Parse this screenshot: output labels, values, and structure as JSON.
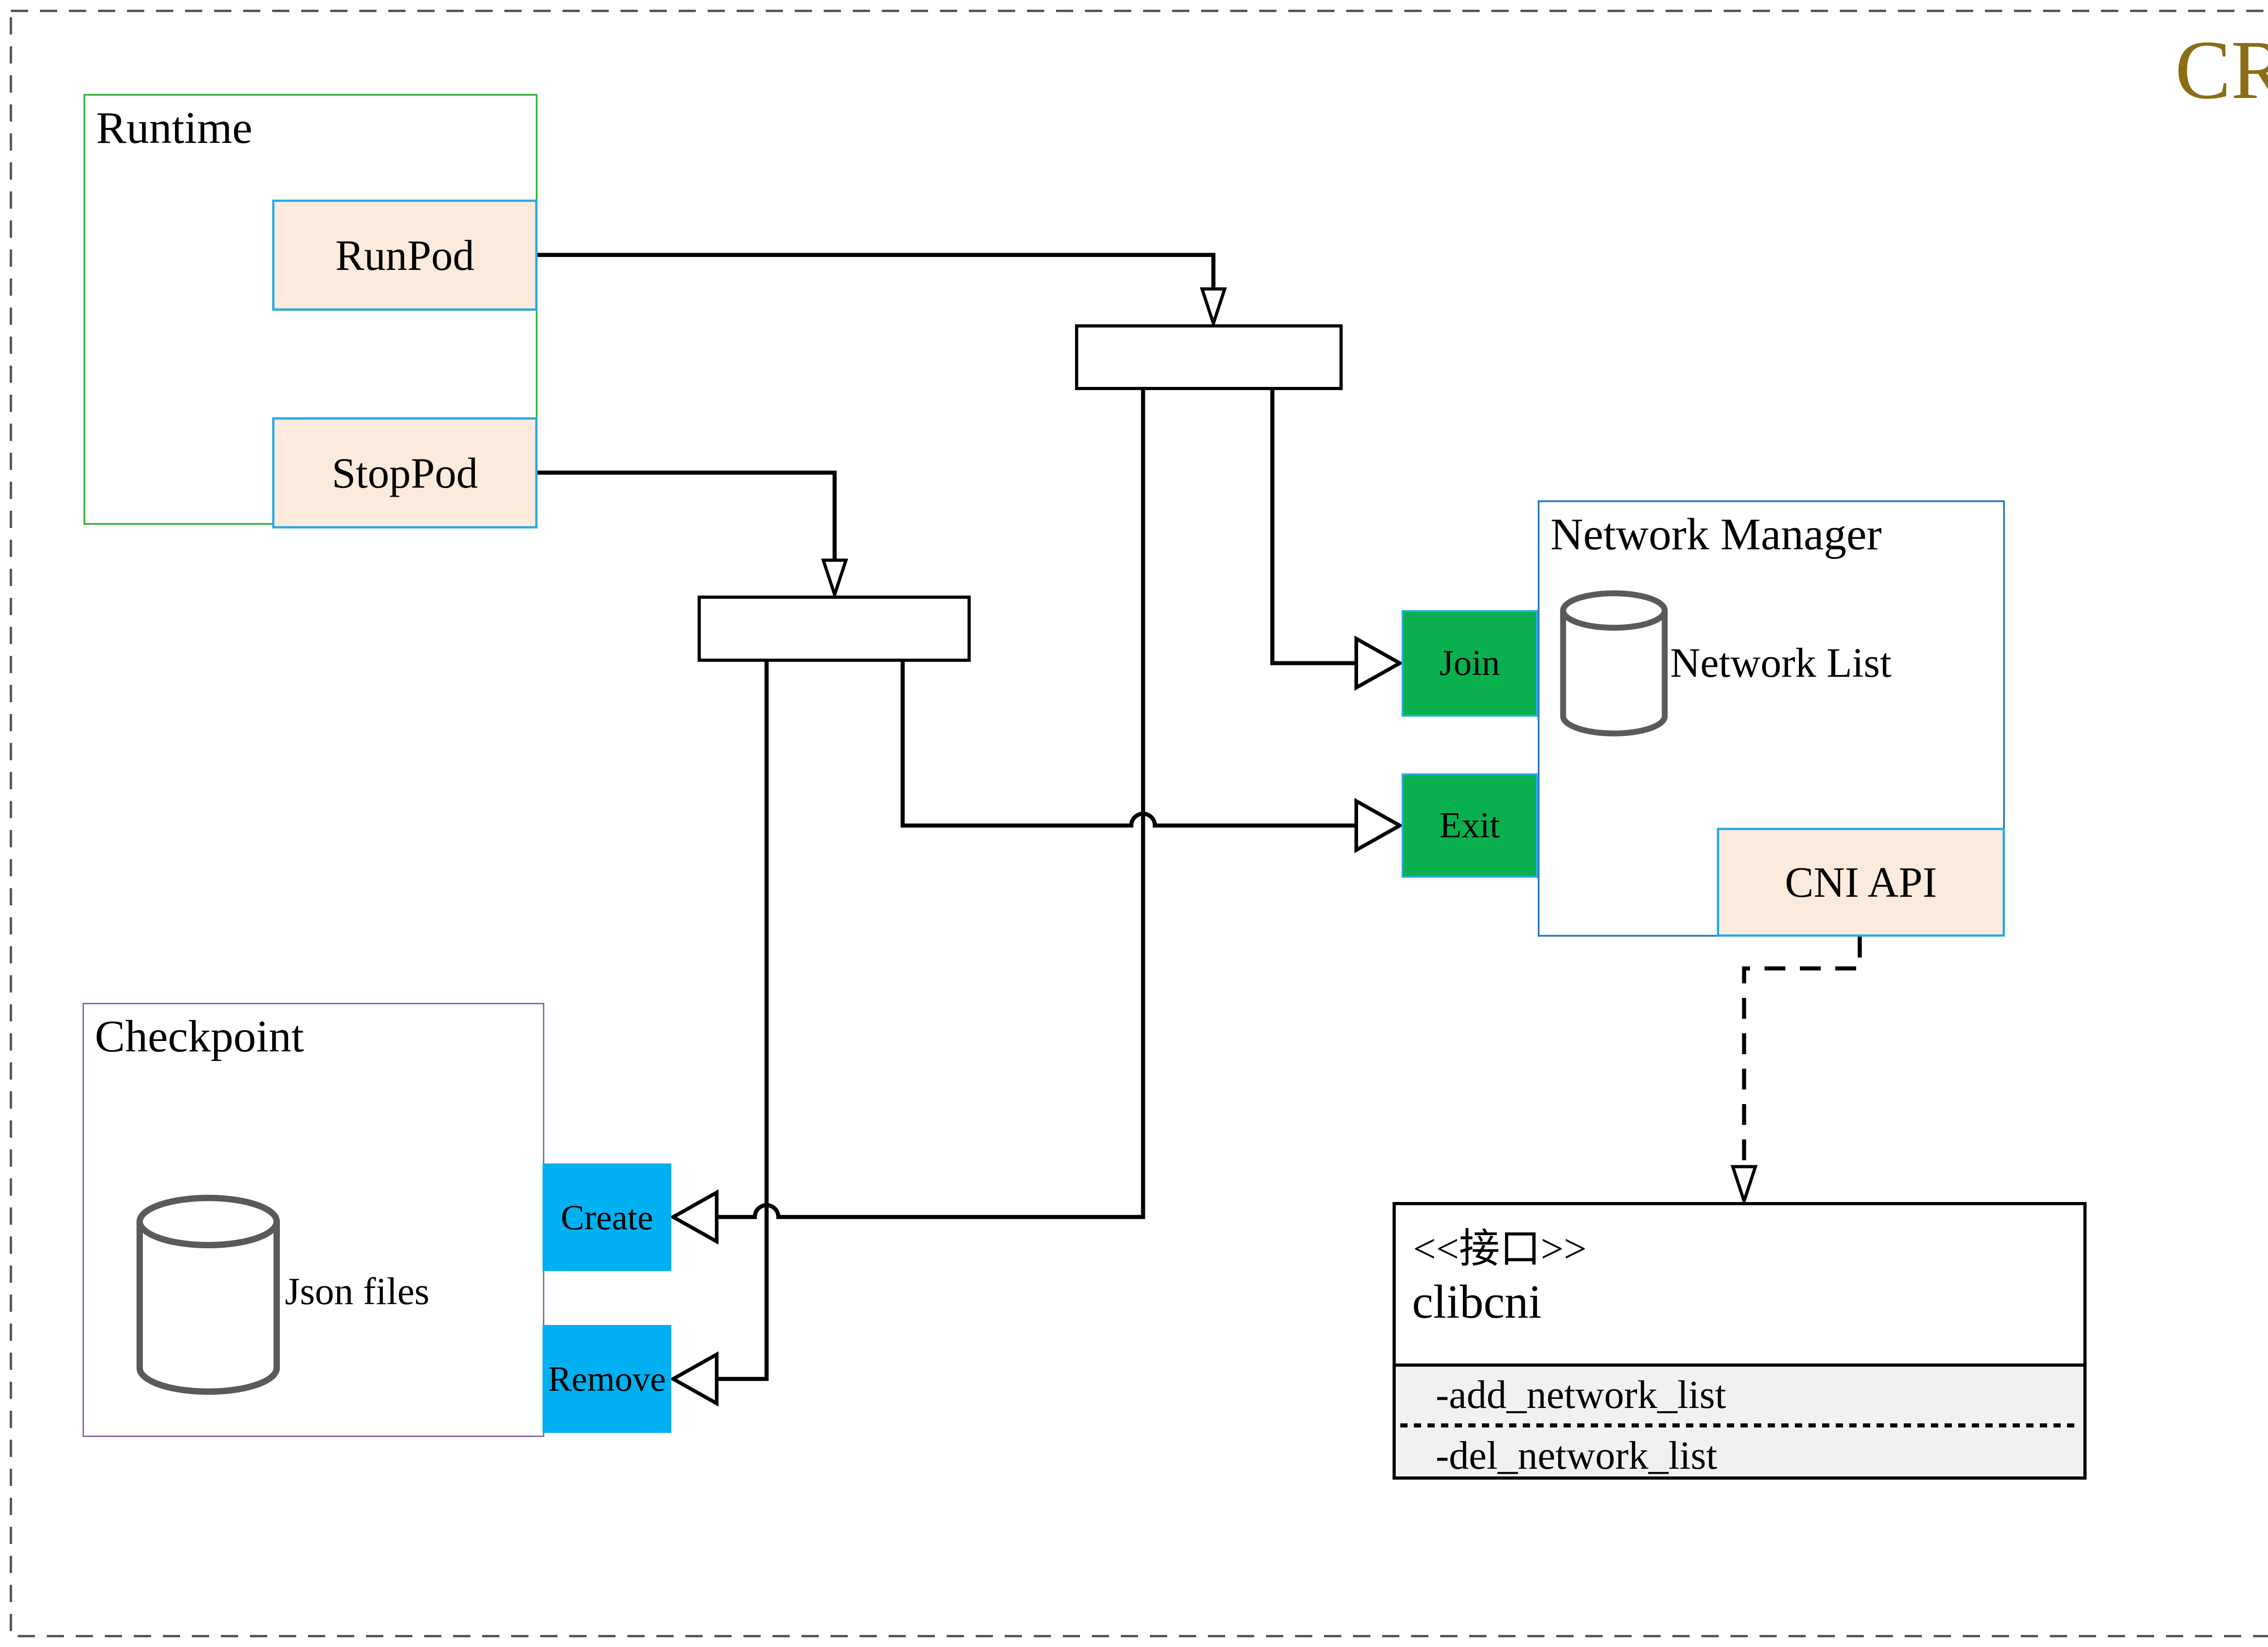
{
  "page": {
    "title": "CRI"
  },
  "runtime": {
    "label": "Runtime",
    "runpod_label": "RunPod",
    "stoppod_label": "StopPod"
  },
  "network_manager": {
    "label": "Network Manager",
    "network_list_label": "Network List",
    "cni_api_label": "CNI API",
    "join_label": "Join",
    "exit_label": "Exit"
  },
  "checkpoint": {
    "label": "Checkpoint",
    "json_files_label": "Json files",
    "create_label": "Create",
    "remove_label": "Remove"
  },
  "interface_class": {
    "stereotype": "<<接口>>",
    "name": "clibcni",
    "methods": [
      "-add_network_list",
      "-del_network_list"
    ]
  },
  "colors": {
    "title_gold": "#8a6d15",
    "runtime_border_green": "#3cb54a",
    "peach_fill": "#fcebdc",
    "cyan_border": "#29abe2",
    "green_fill": "#0ab04e",
    "blue_fill": "#00b0f0",
    "network_manager_border": "#2d7dc8",
    "checkpoint_border": "#8064a2",
    "interface_section_fill": "#f1f1f1",
    "cylinder_stroke": "#5a5a5a",
    "connector_black": "#000000"
  }
}
